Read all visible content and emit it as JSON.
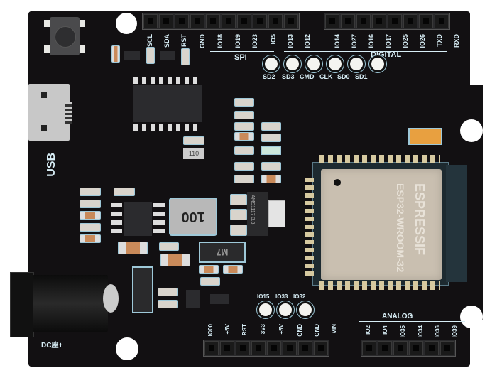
{
  "board": {
    "module_brand": "ESPRESSIF",
    "module_model": "ESP32-WROOM-32",
    "inductor_marking": "100",
    "regulator_marking": "AMS1117 3.3",
    "diode_marking": "M7",
    "resistor_marking": "110",
    "usb_label": "USB",
    "dc_label": "DC座+"
  },
  "top_header": {
    "labels": [
      "SCL",
      "SDA",
      "RST",
      "GND",
      "IO18",
      "IO19",
      "IO23",
      "IO5",
      "IO13",
      "IO12",
      "IO14",
      "IO27",
      "IO16",
      "IO17",
      "IO25",
      "IO26",
      "TXD",
      "RXD"
    ],
    "spi_label": "SPI",
    "digital_label": "DIGITAL"
  },
  "sd_pads": {
    "labels": [
      "SD2",
      "SD3",
      "CMD",
      "CLK",
      "SD0",
      "SD1"
    ]
  },
  "mid_pads": {
    "labels": [
      "IO15",
      "IO33",
      "IO32"
    ]
  },
  "bottom_power_header": {
    "labels": [
      "IO00",
      "+5V",
      "RST",
      "3V3",
      "+5V",
      "GND",
      "GND",
      "VIN"
    ]
  },
  "bottom_analog_header": {
    "label": "ANALOG",
    "labels": [
      "IO2",
      "IO4",
      "IO35",
      "IO34",
      "IO36",
      "IO39"
    ]
  },
  "colors": {
    "pcb": "#121012",
    "silkscreen": "#d8eef6",
    "module_shield": "#c9bfb0",
    "tantalum_cap": "#e8a040"
  }
}
